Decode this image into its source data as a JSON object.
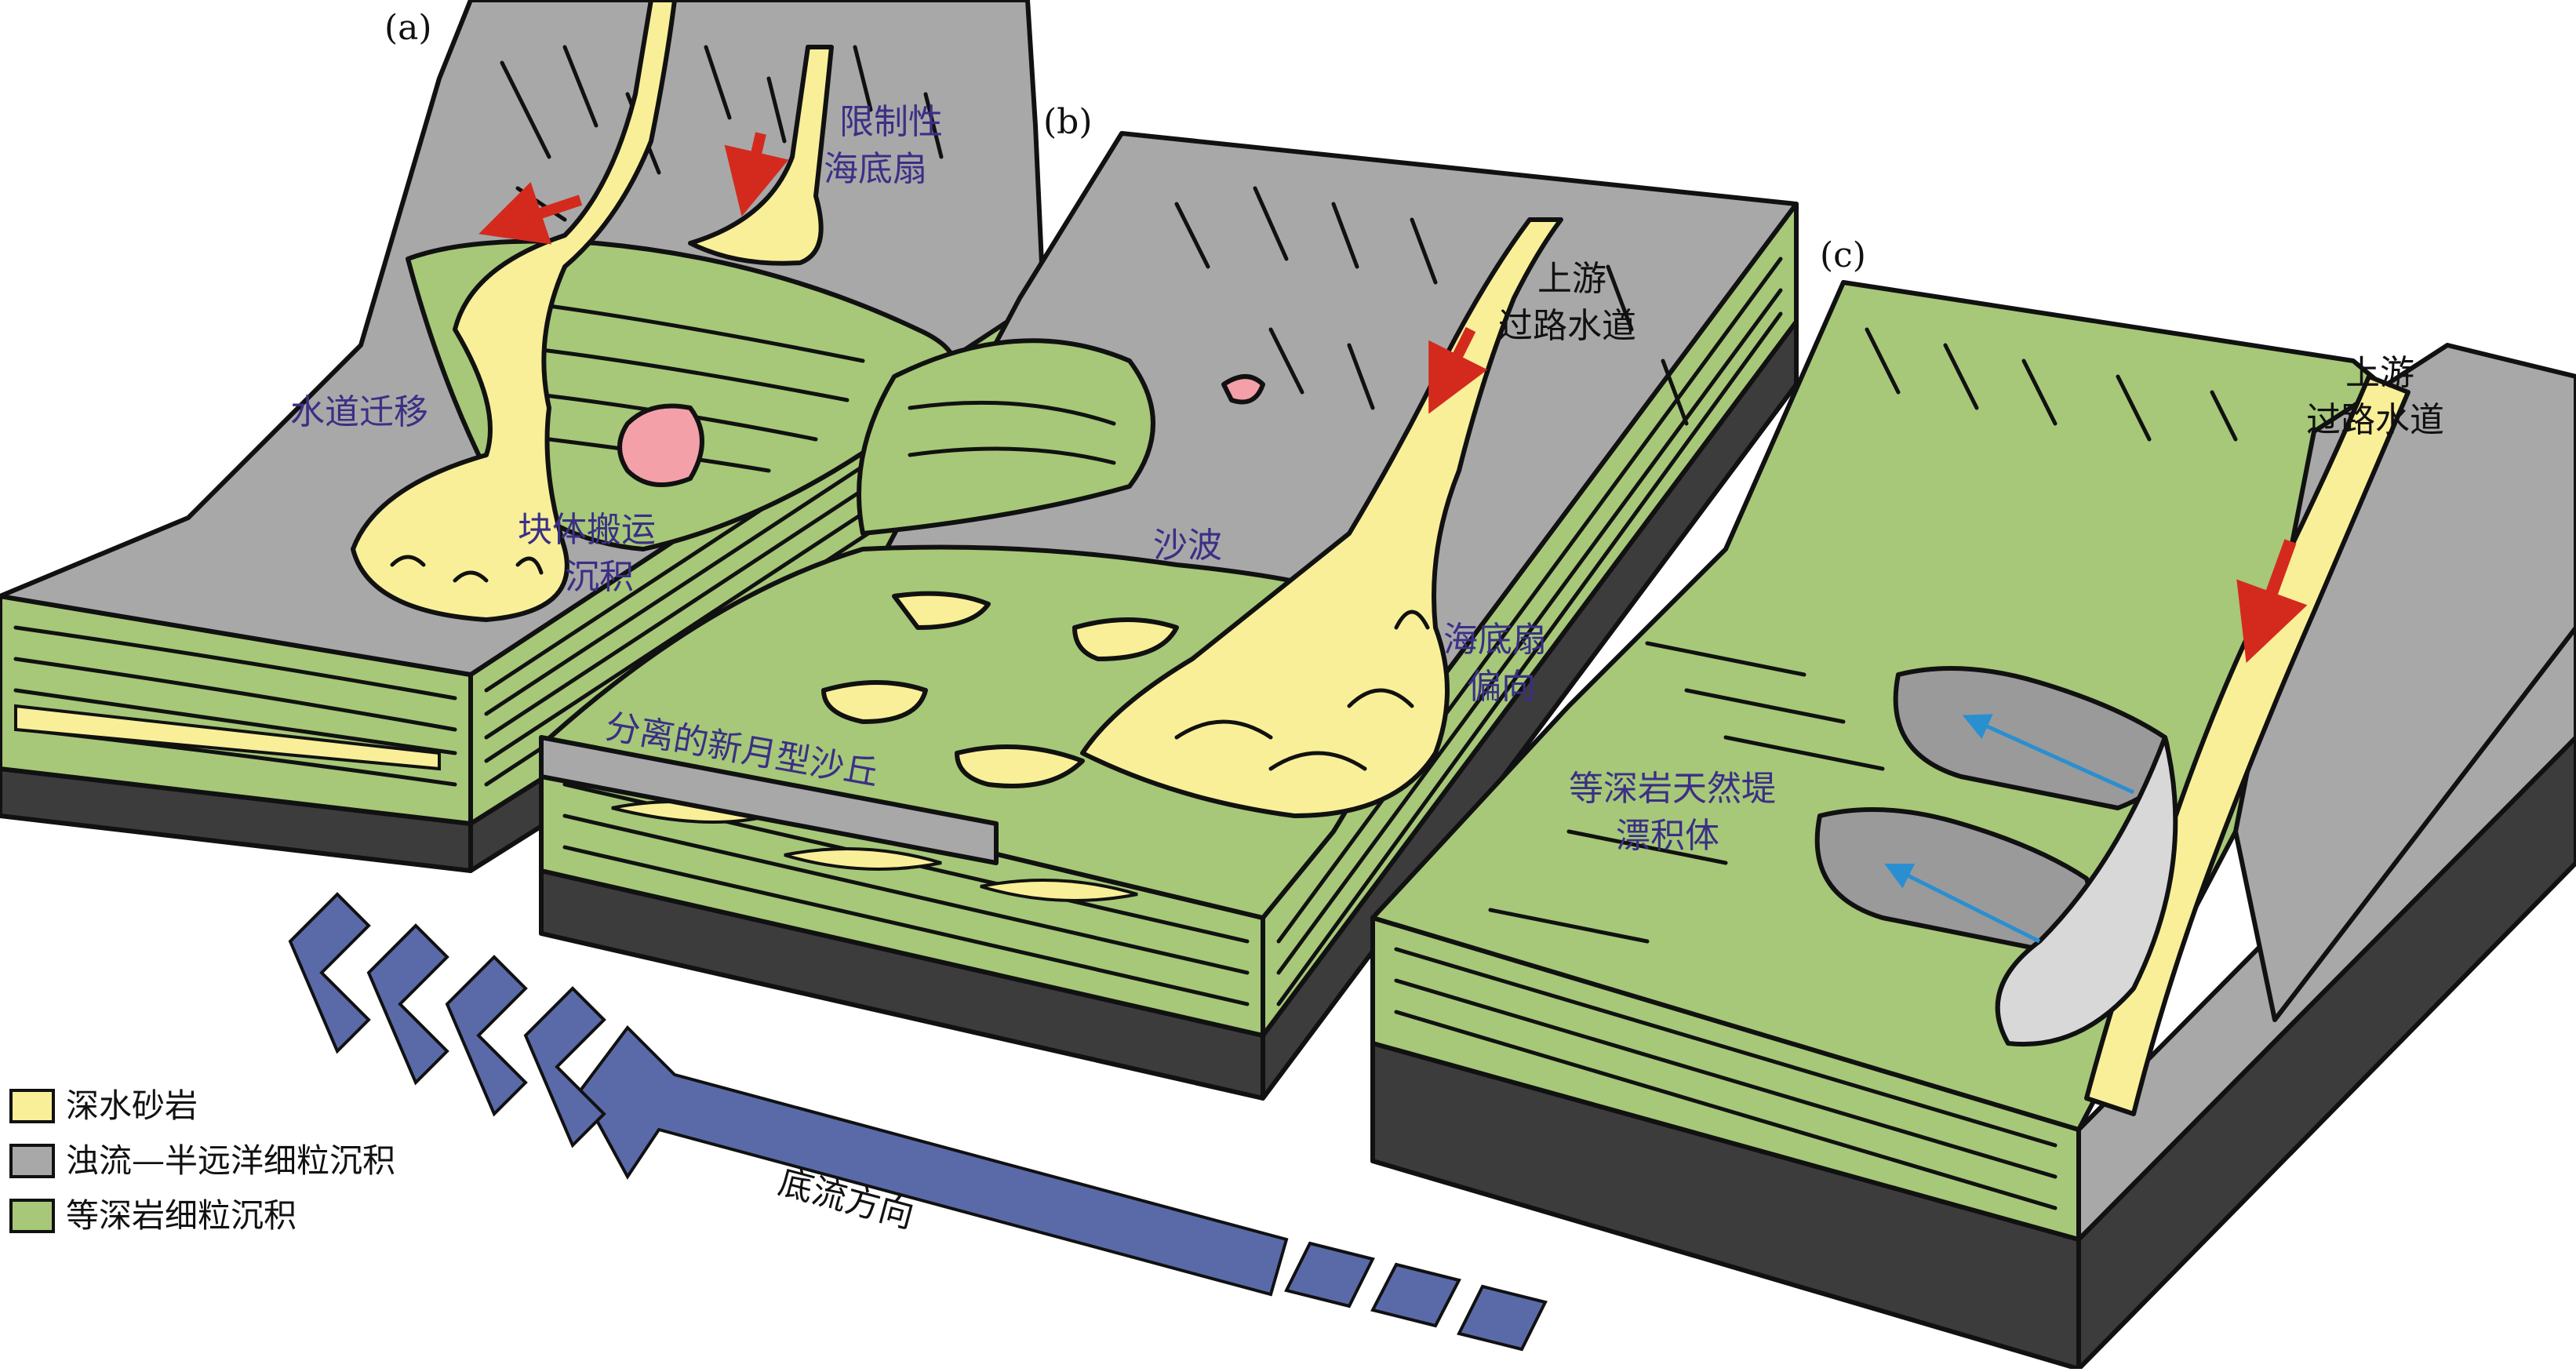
{
  "panels": {
    "a": {
      "label": "(a)",
      "texts": {
        "restricted_fan": [
          "限制性",
          "海底扇"
        ],
        "channel_migration": "水道迁移",
        "mass_transport": [
          "块体搬运",
          "沉积"
        ]
      }
    },
    "b": {
      "label": "(b)",
      "texts": {
        "upstream_channel": [
          "上游",
          "过路水道"
        ],
        "sand_waves": "沙波",
        "fan_deflection": [
          "海底扇",
          "偏向"
        ],
        "barchan_dunes": "分离的新月型沙丘"
      }
    },
    "c": {
      "label": "(c)",
      "texts": {
        "upstream_channel": [
          "上游",
          "过路水道"
        ],
        "contourite_levee": [
          "等深岩天然堤",
          "漂积体"
        ]
      }
    }
  },
  "legend": [
    {
      "label": "深水砂岩",
      "color": "#f8ef98"
    },
    {
      "label": "浊流—半远洋细粒沉积",
      "color": "#a8a8a8"
    },
    {
      "label": "等深岩细粒沉积",
      "color": "#a6c878"
    }
  ],
  "current_direction": "底流方向",
  "colors": {
    "sand": "#f8ef98",
    "mud": "#a8a8a8",
    "contourite": "#a6c878",
    "dark_base": "#3c3c3c",
    "arrow_blue": "#5a6aa8",
    "flow_arrow_red": "#d42a1e",
    "bottom_current_cyan": "#2a8fd0",
    "label_purple": "#3b2f86"
  }
}
